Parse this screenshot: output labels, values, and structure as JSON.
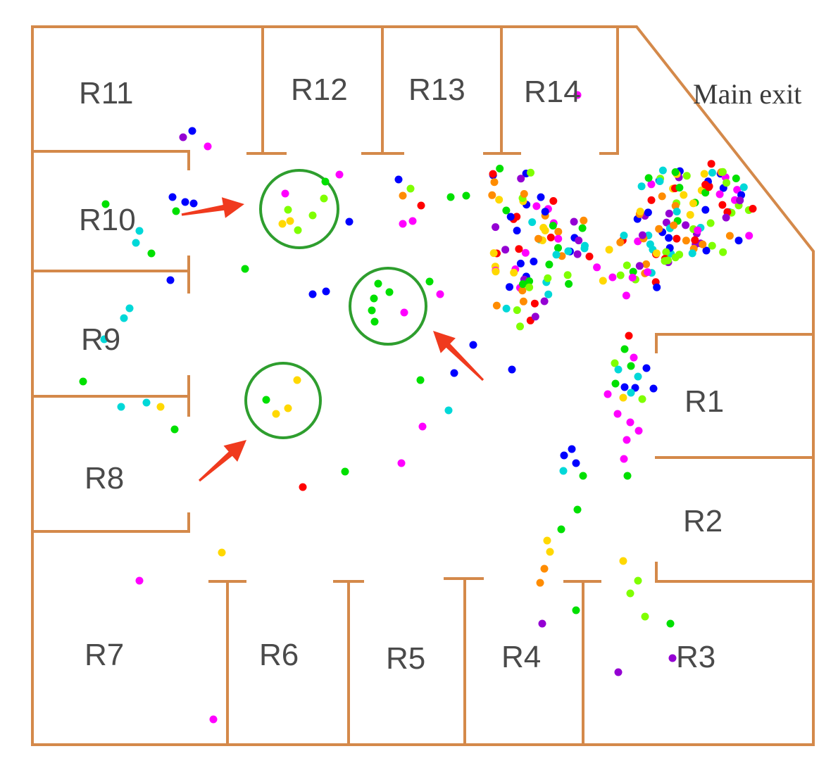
{
  "rooms": [
    {
      "label": "R11"
    },
    {
      "label": "R12"
    },
    {
      "label": "R13"
    },
    {
      "label": "R14"
    },
    {
      "label": "R10"
    },
    {
      "label": "R9"
    },
    {
      "label": "R8"
    },
    {
      "label": "R7"
    },
    {
      "label": "R6"
    },
    {
      "label": "R5"
    },
    {
      "label": "R4"
    },
    {
      "label": "R3"
    },
    {
      "label": "R2"
    },
    {
      "label": "R1"
    }
  ],
  "exit_label": "Main exit",
  "colors": {
    "wall": "#d4894a",
    "circle": "#2e9e2e",
    "arrow": "#f03a1e",
    "agents": [
      "#ff00ff",
      "#00e000",
      "#00d8d8",
      "#0000ff",
      "#ff0000",
      "#ffd800",
      "#7fff00",
      "#9400d3",
      "#ff8c00"
    ]
  }
}
